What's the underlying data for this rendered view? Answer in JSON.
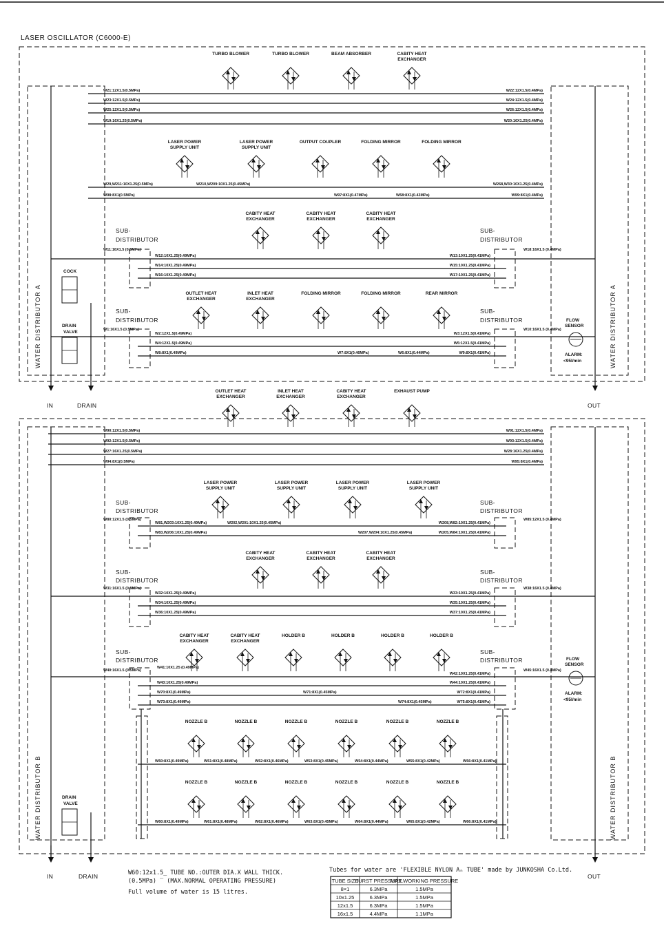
{
  "title": "LASER OSCILLATOR (C6000-E)",
  "labels": {
    "in": "IN",
    "drain": "DRAIN",
    "out": "OUT",
    "water_dist_a": "WATER DISTRIBUTOR A",
    "water_dist_b": "WATER DISTRIBUTOR B",
    "cock": "COCK",
    "drain_valve": "DRAIN VALVE",
    "flow_sensor": "FLOW SENSOR",
    "alarm": "ALARM: <95l/min",
    "sub1": "SUB-",
    "sub2": "DISTRIBUTOR"
  },
  "components_a": {
    "row1": [
      "TURBO BLOWER",
      "TURBO BLOWER",
      "BEAM ABSORBER",
      "CABITY HEAT EXCHANGER"
    ],
    "row2": [
      "LASER POWER SUPPLY UNIT",
      "LASER POWER SUPPLY UNIT",
      "OUTPUT COUPLER",
      "FOLDING MIRROR",
      "FOLDING MIRROR"
    ],
    "row3": [
      "CABITY HEAT EXCHANGER",
      "CABITY HEAT EXCHANGER",
      "CABITY HEAT EXCHANGER"
    ],
    "row4": [
      "OUTLET HEAT EXCHANGER",
      "INLET HEAT EXCHANGER",
      "FOLDING MIRROR",
      "FOLDING MIRROR",
      "REAR MIRROR"
    ]
  },
  "components_b": {
    "row1": [
      "OUTLET HEAT EXCHANGER",
      "INLET HEAT EXCHANGER",
      "CABITY HEAT EXCHANGER",
      "EXHAUST PUMP"
    ],
    "row2": [
      "LASER POWER SUPPLY UNIT",
      "LASER POWER SUPPLY UNIT",
      "LASER POWER SUPPLY UNIT",
      "LASER POWER SUPPLY UNIT"
    ],
    "row3": [
      "CABITY HEAT EXCHANGER",
      "CABITY HEAT EXCHANGER",
      "CABITY HEAT EXCHANGER"
    ],
    "row4": [
      "CABITY HEAT EXCHANGER",
      "CABITY HEAT EXCHANGER",
      "HOLDER B",
      "HOLDER B",
      "HOLDER B",
      "HOLDER B"
    ],
    "row5": [
      "NOZZLE B",
      "NOZZLE B",
      "NOZZLE B",
      "NOZZLE B",
      "NOZZLE B",
      "NOZZLE B"
    ],
    "row6": [
      "NOZZLE B",
      "NOZZLE B",
      "NOZZLE B",
      "NOZZLE B",
      "NOZZLE B",
      "NOZZLE B"
    ]
  },
  "tube_labels_a": {
    "left_top": [
      "W21:12X1.5(0.5MPa)",
      "W23:12X1.5(0.5MPa)",
      "W25:12X1.5(0.5MPa)",
      "W19:16X1.25(0.5MPa)"
    ],
    "right_top": [
      "W22:12X1.5(0.4MPa)",
      "W24:12X1.5(0.4MPa)",
      "W26:12X1.5(0.4MPa)",
      "W20:16X1.25(0.4MPa)"
    ],
    "row2": [
      "W29,W211:10X1.25(0.5MPa)",
      "W98:8X1(0.5MPa)",
      "W210,W209:10X1.25(0.45MPa)",
      "W97:8X1(0.47MPa)",
      "W58:8X1(0.43MPa)",
      "W268,W30:10X1.25(0.4MPa)",
      "W99:8X1(0.4MPa)"
    ],
    "row3": [
      "W11:16X1.5 (0.5MPa)",
      "W12:10X1.25(0.49MPa)",
      "W14:10X1.25(0.49MPa)",
      "W16:10X1.25(0.49MPa)",
      "W13:10X1.25(0.41MPa)",
      "W15:10X1.25(0.41MPa)",
      "W17:10X1.25(0.41MPa)",
      "W18:16X1.5 (0.4MPa)"
    ],
    "row4": [
      "W1:16X1.5 (0.5MPa)",
      "W2:12X1.5(0.49MPa)",
      "W4:12X1.5(0.49MPa)",
      "W8:8X1(0.49MPa)",
      "W7:8X1(0.46MPa)",
      "W6:8X1(0.44MPa)",
      "W3:12X1.5(0.41MPa)",
      "W5:12X1.5(0.41MPa)",
      "W9:8X1(0.41MPa)",
      "W10:16X1.5 (0.4MPa)"
    ]
  },
  "tube_labels_b": {
    "left_top": [
      "W90:12X1.5(0.5MPa)",
      "W92:12X1.5(0.5MPa)",
      "W27:16X1.25(0.5MPa)",
      "W94:8X1(0.5MPa)"
    ],
    "right_top": [
      "W91:12X1.5(0.4MPa)",
      "W93:12X1.5(0.4MPa)",
      "W28:16X1.25(0.4MPa)",
      "W95:8X1(0.4MPa)"
    ],
    "row2": [
      "W80:12X1.5 (0.5MPa)",
      "W81,W203:10X1.25(0.49MPa)",
      "W83,W206:10X1.25(0.49MPa)",
      "W202,W201:10X1.25(0.45MPa)",
      "W207,W204:10X1.25(0.45MPa)",
      "W208,W82:10X1.25(0.41MPa)",
      "W205,W84:10X1.25(0.41MPa)",
      "W85:12X1.5 (0.4MPa)"
    ],
    "row3": [
      "W31:16X1.5 (0.5MPa)",
      "W32:10X1.25(0.49MPa)",
      "W34:10X1.25(0.49MPa)",
      "W36:10X1.25(0.49MPa)",
      "W33:10X1.25(0.41MPa)",
      "W35:10X1.25(0.41MPa)",
      "W37:10X1.25(0.41MPa)",
      "W38:16X1.5 (0.4MPa)"
    ],
    "row4": [
      "W40:16X1.5 (0.5MPa)",
      "W41:10X1.25 (0.49MPa)",
      "W43:10X1.25(0.49MPa)",
      "W70:8X1(0.49MPa)",
      "W73:8X1(0.49MPa)",
      "W71:8X1(0.45MPa)",
      "W74:8X1(0.45MPa)",
      "W42:10X1.25(0.41MPa)",
      "W44:10X1.25(0.41MPa)",
      "W72:8X1(0.41MPa)",
      "W75:8X1(0.41MPa)",
      "W45:16X1.5 (0.4MPa)"
    ],
    "row5": [
      "W50:8X1(0.49MPa)",
      "W51:8X1(0.48MPa)",
      "W52:8X1(0.46MPa)",
      "W53:8X1(0.45MPa)",
      "W54:8X1(0.44MPa)",
      "W55:8X1(0.42MPa)",
      "W56:8X1(0.41MPa)"
    ],
    "row6": [
      "W60:8X1(0.49MPa)",
      "W61:8X1(0.48MPa)",
      "W62:8X1(0.46MPa)",
      "W63:8X1(0.45MPa)",
      "W64:8X1(0.44MPa)",
      "W65:8X1(0.42MPa)",
      "W66:8X1(0.41MPa)"
    ]
  },
  "legend": {
    "line1": "W60:12x1.5_ TUBE NO.:OUTER DIA.X WALL THICK.",
    "line2": "(0.5MPa)  ‾ (MAX.NORMAL OPERATING PRESSURE)",
    "line3": "Full volume of water is 15 litres."
  },
  "tube_note": "Tubes for water are 'FLEXIBLE NYLON Aₙ TUBE' made by JUNKOSHA Co.Ltd.",
  "table": {
    "headers": [
      "TUBE SIZE",
      "BURST PRESSURE",
      "MAX.WORKING PRESSURE"
    ],
    "rows": [
      [
        "8×1",
        "6.3MPa",
        "1.5MPa"
      ],
      [
        "10x1.25",
        "6.3MPa",
        "1.5MPa"
      ],
      [
        "12x1.5",
        "6.3MPa",
        "1.5MPa"
      ],
      [
        "16x1.5",
        "4.4MPa",
        "1.1MPa"
      ]
    ]
  }
}
